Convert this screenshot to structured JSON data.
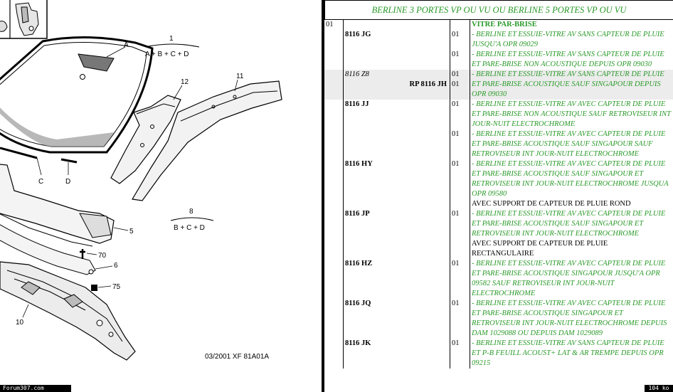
{
  "diagram": {
    "labels": {
      "A": "A",
      "C": "C",
      "D": "D",
      "n1": "1",
      "formula1": "A + B + C + D",
      "n8": "8",
      "formula8": "B + C + D",
      "n12": "12",
      "n11": "11",
      "n5": "5",
      "n6": "6",
      "n70": "70",
      "n75": "75",
      "n10": "10"
    },
    "ref": "03/2001  XF 81A01A",
    "site": "Forum307.com"
  },
  "catalog": {
    "header": "BERLINE 3 PORTES VP OU VU OU BERLINE 5 PORTES VP OU VU",
    "first_col": "01",
    "title": "VITRE PAR-BRISE",
    "rows": [
      {
        "code": "8116 JG",
        "qty": "01",
        "desc": "- BERLINE ET ESSUIE-VITRE AV SANS CAPTEUR DE PLUIE JUSQU'A OPR 09029"
      },
      {
        "code": "",
        "qty": "01",
        "desc": "- BERLINE ET ESSUIE-VITRE AV SANS CAPTEUR DE PLUIE ET PARE-BRISE NON ACOUSTIQUE DEPUIS OPR 09030"
      },
      {
        "code": "8116 Z8",
        "ref": "RP 8116 JH",
        "qty": "01",
        "qty2": "01",
        "desc": "- BERLINE ET ESSUIE-VITRE AV SANS CAPTEUR DE PLUIE ET PARE-BRISE ACOUSTIQUE SAUF SINGAPOUR DEPUIS OPR 09030"
      },
      {
        "code": "8116 JJ",
        "qty": "01",
        "desc": "- BERLINE ET ESSUIE-VITRE AV AVEC CAPTEUR DE PLUIE ET PARE-BRISE NON ACOUSTIQUE SAUF RETROVISEUR INT JOUR-NUIT ELECTROCHROME"
      },
      {
        "code": "",
        "qty": "01",
        "desc": "- BERLINE ET ESSUIE-VITRE AV AVEC CAPTEUR DE PLUIE ET PARE-BRISE ACOUSTIQUE SAUF SINGAPOUR SAUF RETROVISEUR INT JOUR-NUIT ELECTROCHROME"
      },
      {
        "code": "8116 HY",
        "qty": "01",
        "desc": "- BERLINE ET ESSUIE-VITRE AV AVEC CAPTEUR DE PLUIE ET PARE-BRISE ACOUSTIQUE SAUF SINGAPOUR ET RETROVISEUR INT JOUR-NUIT ELECTROCHROME JUSQUA OPR 09580",
        "note": "AVEC SUPPORT DE CAPTEUR DE PLUIE ROND"
      },
      {
        "code": "8116 JP",
        "qty": "01",
        "desc": "- BERLINE ET ESSUIE-VITRE AV AVEC CAPTEUR DE PLUIE ET PARE-BRISE ACOUSTIQUE SAUF SINGAPOUR ET RETROVISEUR INT JOUR-NUIT ELECTROCHROME",
        "note": "AVEC SUPPORT DE CAPTEUR DE PLUIE RECTANGULAIRE"
      },
      {
        "code": "8116 HZ",
        "qty": "01",
        "desc": "- BERLINE ET ESSUIE-VITRE AV AVEC CAPTEUR DE PLUIE ET PARE-BRISE ACOUSTIQUE SINGAPOUR JUSQU'A OPR 09582 SAUF RETROVISEUR INT JOUR-NUIT ELECTROCHROME"
      },
      {
        "code": "8116 JQ",
        "qty": "01",
        "desc": "- BERLINE ET ESSUIE-VITRE AV AVEC CAPTEUR DE PLUIE ET PARE-BRISE ACOUSTIQUE SINGAPOUR ET RETROVISEUR INT JOUR-NUIT ELECTROCHROME DEPUIS DAM 1029088 OU DEPUIS DAM 1029089"
      },
      {
        "code": "8116 JK",
        "qty": "01",
        "desc": "- BERLINE ET ESSUIE-VITRE AV SANS CAPTEUR DE PLUIE ET P-B FEUILL ACOUST+ LAT & AR TREMPE DEPUIS OPR 09215"
      }
    ],
    "filesize": "104 ko"
  }
}
